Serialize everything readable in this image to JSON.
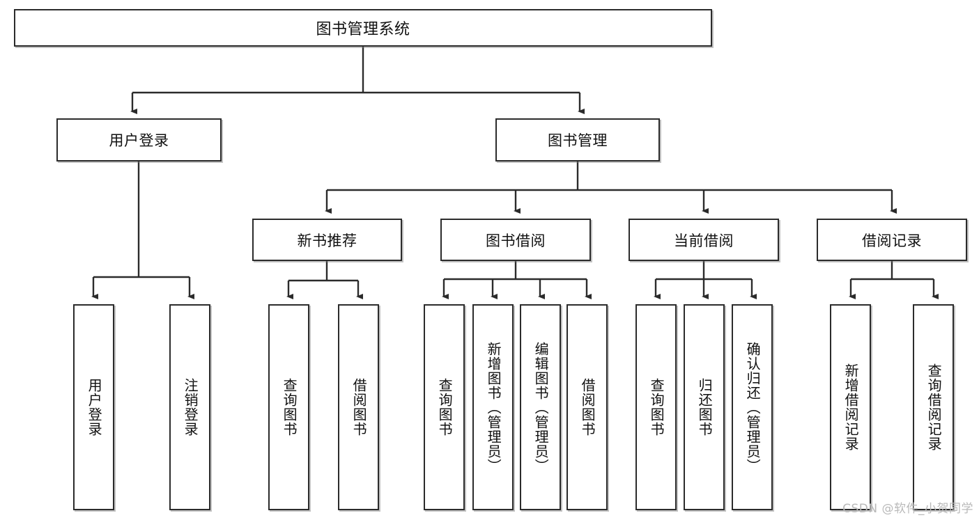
{
  "diagram": {
    "title": "图书管理系统",
    "type": "hierarchy-tree",
    "watermark": "CSDN @软件_小贺同学",
    "colors": {
      "box_border": "#2b2b2b",
      "box_fill": "#ffffff",
      "connector": "#2b2b2b",
      "watermark": "#b9b9b9",
      "background": "#ffffff"
    },
    "root": {
      "label": "图书管理系统"
    },
    "level2": [
      {
        "label": "用户登录"
      },
      {
        "label": "图书管理"
      }
    ],
    "level3": [
      {
        "label": "新书推荐"
      },
      {
        "label": "图书借阅"
      },
      {
        "label": "当前借阅"
      },
      {
        "label": "借阅记录"
      }
    ],
    "leaves": {
      "user_login": [
        {
          "label": "用户登录"
        },
        {
          "label": "注销登录"
        }
      ],
      "new_book_recommend": [
        {
          "label": "查询图书"
        },
        {
          "label": "借阅图书"
        }
      ],
      "book_borrow": [
        {
          "label": "查询图书"
        },
        {
          "label": "新增图书（管理员）"
        },
        {
          "label": "编辑图书（管理员）"
        },
        {
          "label": "借阅图书"
        }
      ],
      "current_borrow": [
        {
          "label": "查询图书"
        },
        {
          "label": "归还图书"
        },
        {
          "label": "确认归还（管理员）"
        }
      ],
      "borrow_record": [
        {
          "label": "新增借阅记录"
        },
        {
          "label": "查询借阅记录"
        }
      ]
    }
  }
}
